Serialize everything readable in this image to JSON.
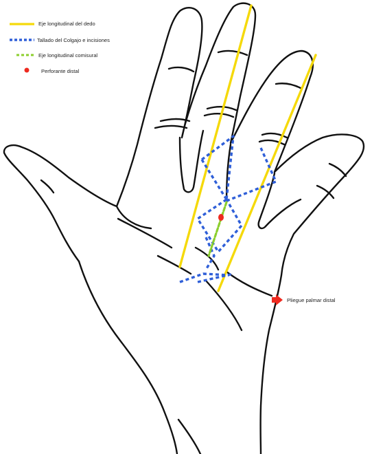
{
  "legend": {
    "items": [
      {
        "label": "Eje longitudinal del dedo",
        "style": "solid",
        "color": "#f5d90a"
      },
      {
        "label": "Tallado del Colgajo e incisiones",
        "style": "dotted",
        "color": "#2f5fd8"
      },
      {
        "label": "Eje longitudinal comisural",
        "style": "dashed",
        "color": "#8ccf2e"
      },
      {
        "label": "Perforante distal",
        "style": "dot",
        "color": "#ee2a1f"
      }
    ]
  },
  "callout": {
    "label": "Pliegue palmar distal",
    "arrow_color": "#ee2a1f"
  },
  "colors": {
    "outline": "#111111",
    "finger_axis": "#f5d90a",
    "flap_outline": "#2f5fd8",
    "commissural_axis": "#8ccf2e",
    "perforator": "#ee2a1f"
  }
}
